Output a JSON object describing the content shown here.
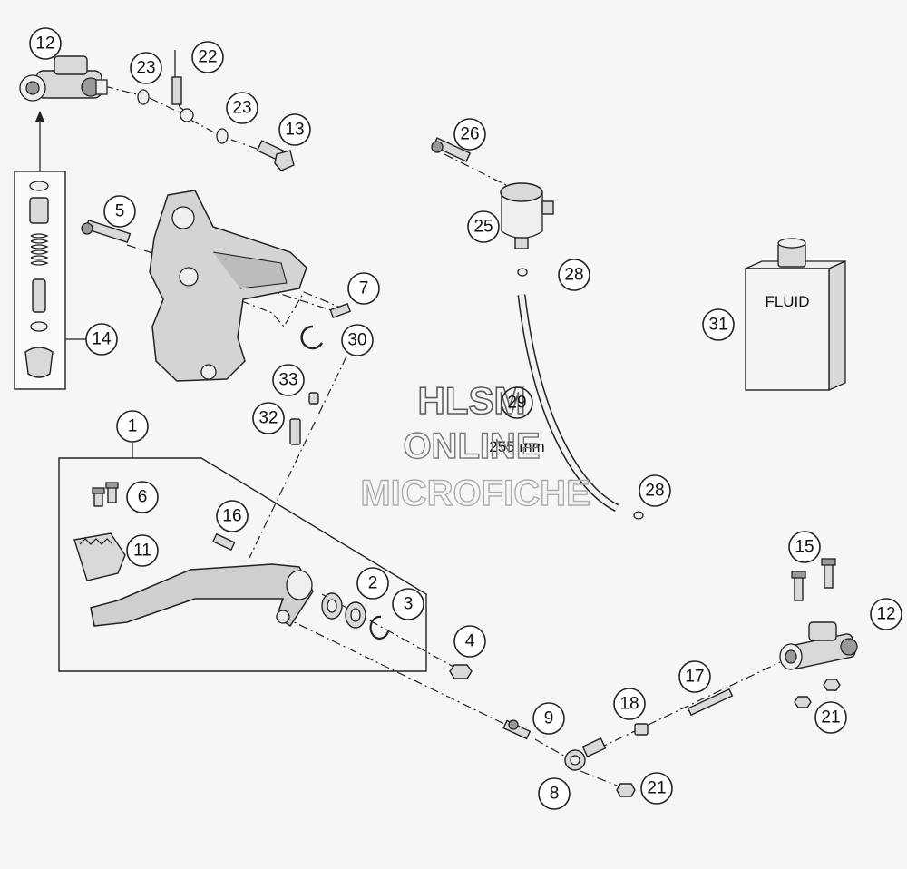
{
  "callouts": [
    {
      "id": "c12a",
      "label": "12"
    },
    {
      "id": "c23a",
      "label": "23"
    },
    {
      "id": "c22",
      "label": "22"
    },
    {
      "id": "c23b",
      "label": "23"
    },
    {
      "id": "c13",
      "label": "13"
    },
    {
      "id": "c26",
      "label": "26"
    },
    {
      "id": "c5",
      "label": "5"
    },
    {
      "id": "c25",
      "label": "25"
    },
    {
      "id": "c28a",
      "label": "28"
    },
    {
      "id": "c31",
      "label": "31"
    },
    {
      "id": "c7",
      "label": "7"
    },
    {
      "id": "c14",
      "label": "14"
    },
    {
      "id": "c30",
      "label": "30"
    },
    {
      "id": "c33",
      "label": "33"
    },
    {
      "id": "c29",
      "label": "29"
    },
    {
      "id": "c32",
      "label": "32"
    },
    {
      "id": "c1",
      "label": "1"
    },
    {
      "id": "c6",
      "label": "6"
    },
    {
      "id": "c28b",
      "label": "28"
    },
    {
      "id": "c16",
      "label": "16"
    },
    {
      "id": "c11",
      "label": "11"
    },
    {
      "id": "c15",
      "label": "15"
    },
    {
      "id": "c2",
      "label": "2"
    },
    {
      "id": "c3",
      "label": "3"
    },
    {
      "id": "c12b",
      "label": "12"
    },
    {
      "id": "c4",
      "label": "4"
    },
    {
      "id": "c17",
      "label": "17"
    },
    {
      "id": "c18",
      "label": "18"
    },
    {
      "id": "c21a",
      "label": "21"
    },
    {
      "id": "c9",
      "label": "9"
    },
    {
      "id": "c8",
      "label": "8"
    },
    {
      "id": "c21b",
      "label": "21"
    }
  ],
  "fluid_label": "FLUID",
  "hose_length": "255 mm",
  "watermark": {
    "line1": "HLSM",
    "line2": "ONLINE",
    "line3": "MICROFICHE"
  }
}
